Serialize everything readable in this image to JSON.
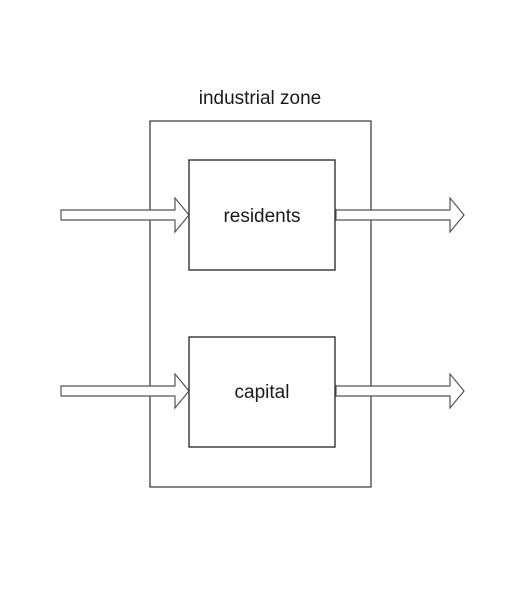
{
  "diagram": {
    "zone_label": "industrial zone",
    "boxes": [
      {
        "label": "residents"
      },
      {
        "label": "capital"
      }
    ],
    "arrows": [
      {
        "from": "outside",
        "to": "residents"
      },
      {
        "from": "residents",
        "to": "outside"
      },
      {
        "from": "outside",
        "to": "capital"
      },
      {
        "from": "capital",
        "to": "outside"
      }
    ]
  }
}
